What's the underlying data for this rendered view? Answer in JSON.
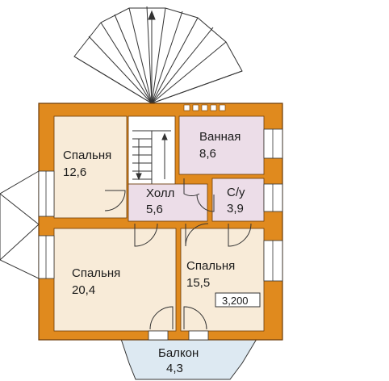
{
  "colors": {
    "wall": "#e08a1e",
    "wall_stroke": "#6b3a08",
    "bedroom": "#f8ebd8",
    "wet_room": "#ecdde8",
    "balcony": "#dde9f2",
    "window": "#ffffff"
  },
  "rooms": [
    {
      "id": "bedroom-1",
      "name": "Спальня",
      "area": "12,6"
    },
    {
      "id": "bathroom",
      "name": "Ванная",
      "area": "8,6"
    },
    {
      "id": "hall",
      "name": "Холл",
      "area": "5,6"
    },
    {
      "id": "wc",
      "name": "С/у",
      "area": "3,9"
    },
    {
      "id": "bedroom-2",
      "name": "Спальня",
      "area": "20,4"
    },
    {
      "id": "bedroom-3",
      "name": "Спальня",
      "area": "15,5"
    },
    {
      "id": "balcony",
      "name": "Балкон",
      "area": "4,3"
    }
  ],
  "dimension_label": "3,200",
  "icons": [
    "staircase-icon",
    "skylight-fan-icon",
    "bay-window-icon",
    "door-swing-icon"
  ]
}
